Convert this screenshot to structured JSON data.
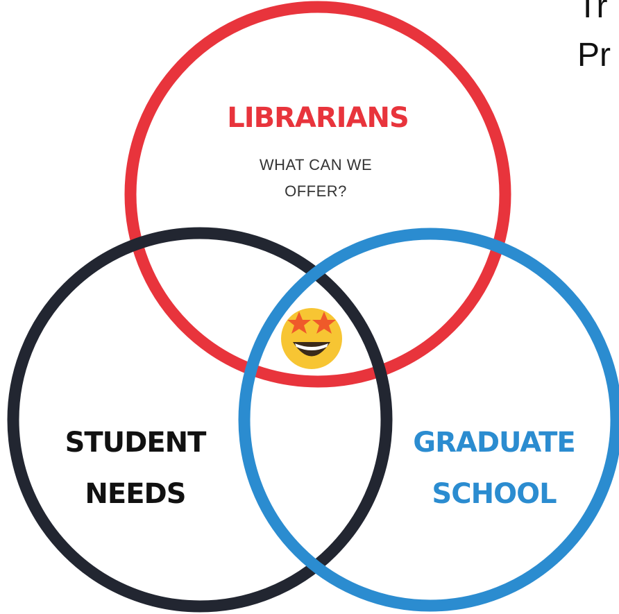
{
  "title": {
    "line1": "Tr",
    "line2": "Pr"
  },
  "circles": {
    "librarians": {
      "heading": "LIBRARIANS",
      "subtext_line1": "WHAT CAN WE",
      "subtext_line2": "OFFER?",
      "color": "#E8343C"
    },
    "student_needs": {
      "line1": "STUDENT",
      "line2": "NEEDS",
      "color": "#222631",
      "text_color": "#111111"
    },
    "graduate_school": {
      "line1": "GRADUATE",
      "line2": "SCHOOL",
      "color": "#2B8CD0"
    }
  },
  "center_icon": "star-struck-emoji-icon"
}
